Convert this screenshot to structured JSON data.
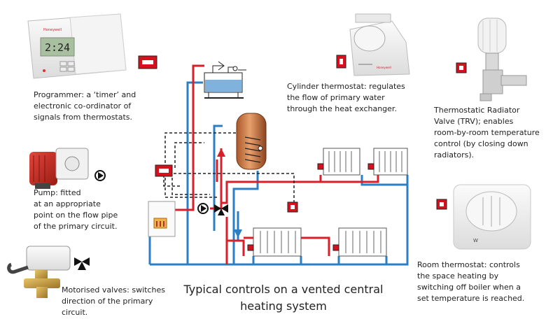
{
  "captions": {
    "programmer": [
      "Programmer: a ‘timer’ and",
      "electronic co-ordinator of",
      "signals from thermostats."
    ],
    "cylinder_thermostat": [
      "Cylinder thermostat: regulates",
      "the flow of primary water",
      "through the heat exchanger."
    ],
    "trv": [
      "Thermostatic Radiator",
      "Valve (TRV); enables",
      "room-by-room temperature",
      "control (by closing down",
      "radiators)."
    ],
    "pump": [
      "Pump: fitted",
      "at an appropriate",
      "point on the flow pipe",
      "of the primary circuit."
    ],
    "motorised_valves": [
      "Motorised valves: switches",
      "direction of the primary",
      "circuit."
    ],
    "room_thermostat": [
      "Room thermostat: controls",
      "the space heating by",
      "switching off boiler when a",
      "set temperature is reached."
    ]
  },
  "device_text": {
    "programmer_display": "2:24",
    "programmer_brand": "Honeywell",
    "cylinder_brand": "Honeywell",
    "room_thermostat_brand": "W"
  },
  "title": [
    "Typical controls on a vented central",
    "heating system"
  ],
  "colors": {
    "flow_red": "#d9202a",
    "return_blue": "#2b7fc4",
    "control_red": "#d6101c",
    "wiring_black": "#222222"
  }
}
